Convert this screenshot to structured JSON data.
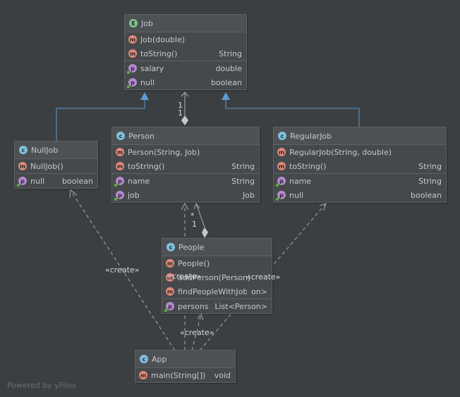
{
  "job": {
    "name": "Job",
    "icon": "enum-icon",
    "methods": [
      {
        "name": "Job(double)",
        "type": ""
      },
      {
        "name": "toString()",
        "type": "String"
      }
    ],
    "properties": [
      {
        "name": "salary",
        "type": "double"
      },
      {
        "name": "null",
        "type": "boolean"
      }
    ]
  },
  "nulljob": {
    "name": "NullJob",
    "icon": "class-icon",
    "methods": [
      {
        "name": "NullJob()",
        "type": ""
      }
    ],
    "properties": [
      {
        "name": "null",
        "type": "boolean"
      }
    ]
  },
  "person": {
    "name": "Person",
    "icon": "class-icon",
    "methods": [
      {
        "name": "Person(String, Job)",
        "type": ""
      },
      {
        "name": "toString()",
        "type": "String"
      }
    ],
    "properties": [
      {
        "name": "name",
        "type": "String"
      },
      {
        "name": "job",
        "type": "Job"
      }
    ]
  },
  "regularjob": {
    "name": "RegularJob",
    "icon": "class-icon",
    "methods": [
      {
        "name": "RegularJob(String, double)",
        "type": ""
      },
      {
        "name": "toString()",
        "type": "String"
      }
    ],
    "properties": [
      {
        "name": "name",
        "type": "String"
      },
      {
        "name": "null",
        "type": "boolean"
      }
    ]
  },
  "people": {
    "name": "People",
    "icon": "class-icon",
    "methods": [
      {
        "name": "People()",
        "type": ""
      },
      {
        "name": "addPerson(Person)",
        "type": ""
      },
      {
        "name": "findPeopleWithJobs()",
        "type": "on>"
      }
    ],
    "properties": [
      {
        "name": "persons",
        "type": "List<Person>"
      }
    ]
  },
  "app": {
    "name": "App",
    "icon": "class-icon",
    "methods": [
      {
        "name": "main(String[])",
        "type": "void"
      }
    ]
  },
  "edge_labels": {
    "job_person_mult_top": "1",
    "job_person_mult_bottom": "1",
    "person_people_mult_star": "*",
    "person_people_mult_one": "1",
    "create_nulljob": "«create»",
    "create_person": "«create»",
    "create_regularjob": "«create»",
    "create_people": "«create»"
  },
  "colors": {
    "background": "#3c3f41",
    "generalization": "#5b9bd5",
    "dependency": "#a9a9a9",
    "composition": "#b0b0b0"
  },
  "watermark": "Powered by yFiles"
}
